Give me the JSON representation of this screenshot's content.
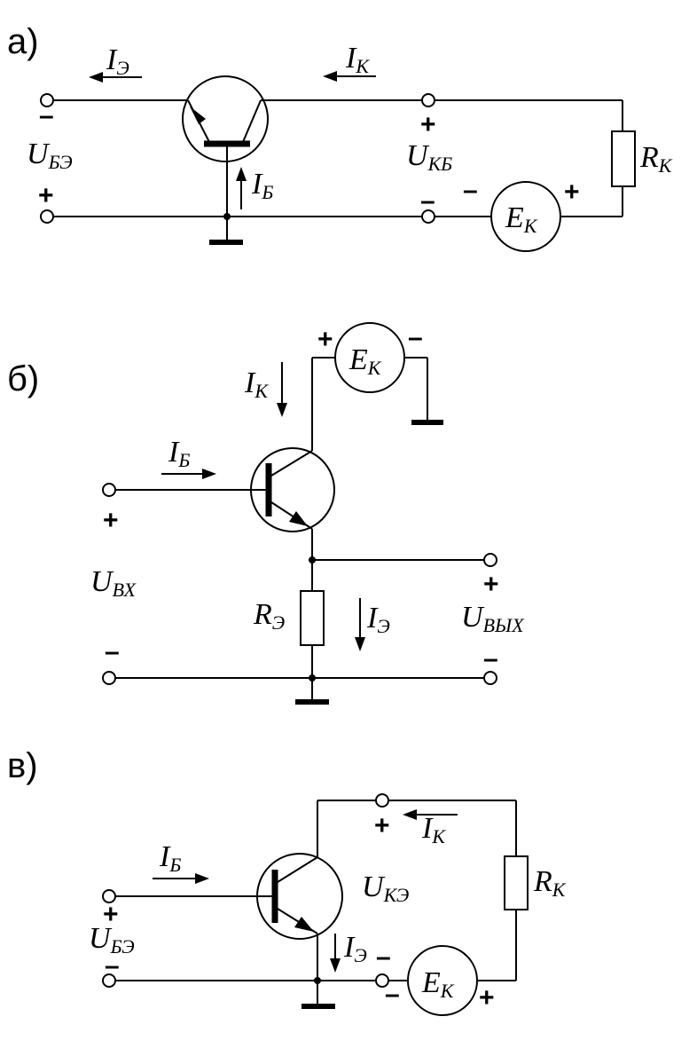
{
  "panels": {
    "a": {
      "letter": "а)",
      "I_E": {
        "main": "I",
        "sub": "Э"
      },
      "I_K": {
        "main": "I",
        "sub": "К"
      },
      "I_B": {
        "main": "I",
        "sub": "Б"
      },
      "U_BE": {
        "main": "U",
        "sub": "БЭ"
      },
      "U_KB": {
        "main": "U",
        "sub": "КБ"
      },
      "R_K": {
        "main": "R",
        "sub": "К"
      },
      "E_K": {
        "main": "E",
        "sub": "К"
      },
      "plus": "+",
      "minus": "–"
    },
    "b": {
      "letter": "б)",
      "I_K": {
        "main": "I",
        "sub": "К"
      },
      "I_B": {
        "main": "I",
        "sub": "Б"
      },
      "I_E": {
        "main": "I",
        "sub": "Э"
      },
      "E_K": {
        "main": "E",
        "sub": "К"
      },
      "R_E": {
        "main": "R",
        "sub": "Э"
      },
      "U_in": {
        "main": "U",
        "sub": "ВХ"
      },
      "U_out": {
        "main": "U",
        "sub": "ВЫХ"
      },
      "plus": "+",
      "minus": "–"
    },
    "c": {
      "letter": "в)",
      "I_B": {
        "main": "I",
        "sub": "Б"
      },
      "I_K": {
        "main": "I",
        "sub": "К"
      },
      "I_E": {
        "main": "I",
        "sub": "Э"
      },
      "U_KE": {
        "main": "U",
        "sub": "КЭ"
      },
      "U_BE": {
        "main": "U",
        "sub": "БЭ"
      },
      "R_K": {
        "main": "R",
        "sub": "К"
      },
      "E_K": {
        "main": "E",
        "sub": "К"
      },
      "plus": "+",
      "minus": "–"
    }
  }
}
